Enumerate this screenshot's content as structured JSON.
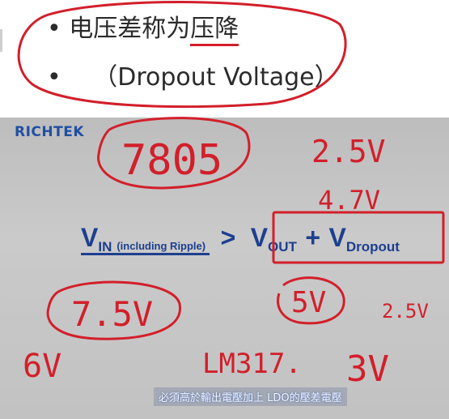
{
  "bullets": [
    {
      "marker": "•",
      "text_plain": "电压差称为",
      "text_emph": "压降"
    },
    {
      "marker": "•",
      "text": "（Dropout  Voltage）"
    }
  ],
  "slide": {
    "logo": "RICHTEK",
    "equation": {
      "vin_main": "V",
      "vin_sub": "IN",
      "vin_note": "(including Ripple)",
      "operator_gt": ">",
      "vout_main": "V",
      "vout_sub": "OUT",
      "operator_plus": "+",
      "vdrop_main": "V",
      "vdrop_sub": "Dropout"
    },
    "caption": "必須高於輸出電壓加上 LDO的壓差電壓"
  },
  "handwriting": {
    "n7805": "7805",
    "v2_5a": "2.5V",
    "v4_7": "4.7V",
    "v7_5": "7.5V",
    "v5": "5V",
    "v2_5b": "2.5V",
    "v6": "6V",
    "lm317": "LM317.",
    "v3": "3V"
  },
  "colors": {
    "ink": "#d21f2a",
    "equation": "#1d3f8f",
    "logo": "#1f4fa3"
  }
}
